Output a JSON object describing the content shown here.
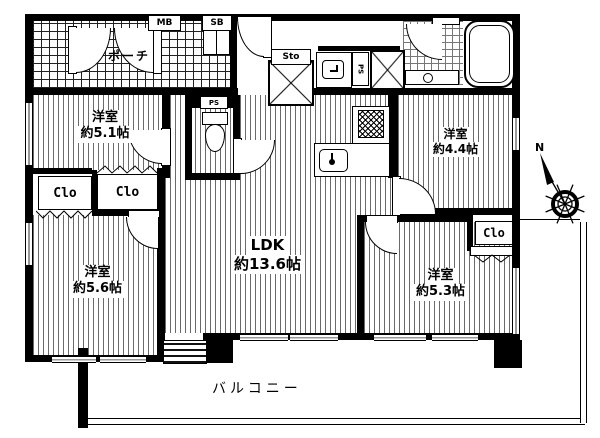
{
  "plan": {
    "rooms": {
      "bedroom_top_left": {
        "name": "洋室",
        "size": "約5.1帖"
      },
      "bedroom_bottom_left": {
        "name": "洋室",
        "size": "約5.6帖"
      },
      "ldk": {
        "name": "LDK",
        "size": "約13.6帖"
      },
      "bedroom_top_right": {
        "name": "洋室",
        "size": "約4.4帖"
      },
      "bedroom_bottom_right": {
        "name": "洋室",
        "size": "約5.3帖"
      }
    },
    "areas": {
      "porch": "ポーチ",
      "balcony": "バルコニー"
    },
    "fixtures": {
      "meter_box": "MB",
      "shoe_box": "SB",
      "storage": "Sto",
      "pipe_space_hall": "PS",
      "pipe_space_toilet": "PS",
      "closet_left_upper": "Clo",
      "closet_left_lower": "Clo",
      "closet_right": "Clo"
    },
    "compass": {
      "north": "N"
    },
    "colors": {
      "wall": "#000000",
      "floor_stripe": "#6a6a6a",
      "background": "#ffffff",
      "window_gray": "#999999"
    }
  }
}
